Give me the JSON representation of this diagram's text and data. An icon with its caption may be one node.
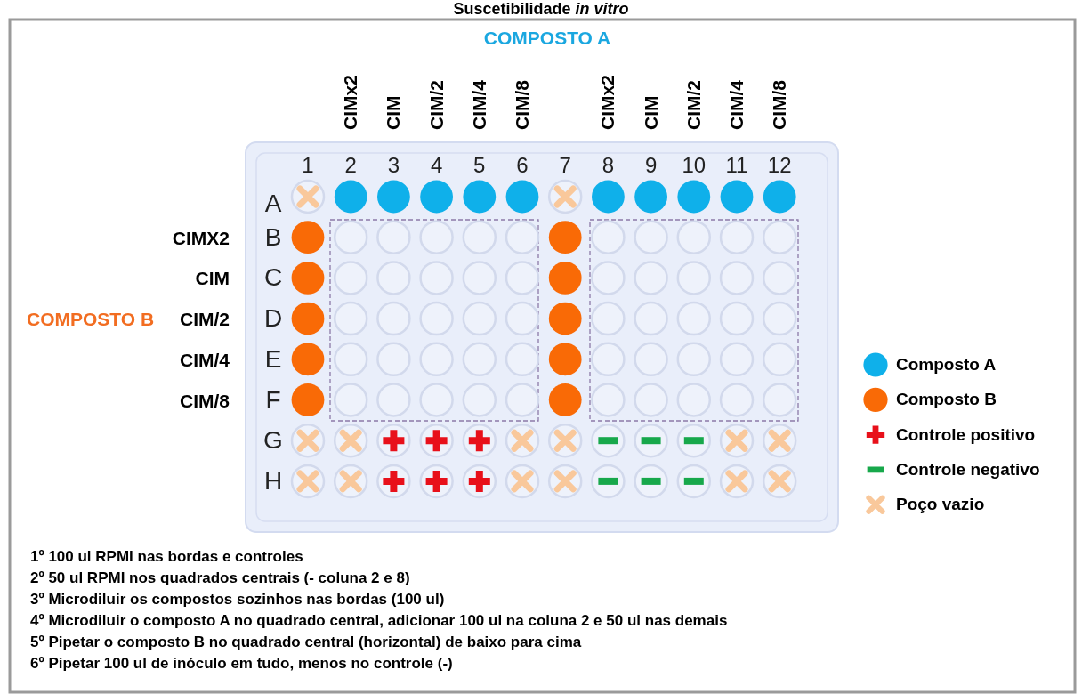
{
  "diagram": {
    "title": "Suscetibilidade *in vitro*",
    "labels": [
      "COMPOSTO A",
      "CIMx2",
      "CIM",
      "CIM/2",
      "CIM/4",
      "CIM/8",
      "CIMx2",
      "CIM",
      "CIM/2",
      "CIM/4",
      "CIM/8",
      "1",
      "2",
      "3",
      "4",
      "5",
      "6",
      "7",
      "8",
      "9",
      "10",
      "11",
      "12",
      "A",
      "B",
      "C",
      "D",
      "E",
      "F",
      "G",
      "H",
      "COMPOSTO B",
      "CIMX2",
      "CIM",
      "CIM/2",
      "CIM/4",
      "CIM/8",
      "1º 100 ul RPMI nas bordas e controles",
      "2º 50 ul RPMI nos quadrados centrais (- coluna 2 e 8)",
      "3º Microdiluir os compostos sozinhos nas bordas (100 ul)",
      "4º Microdiluir o composto A no quadrado central, adicionar 100 ul na coluna 2 e 50 ul nas demais",
      "5º Pipetar o composto B no quadrado central (horizontal) de baixo para cima",
      "6º Pipetar 100 ul de inóculo em tudo, menos no controle (-)"
    ],
    "legend": [
      {
        "text": "Composto A",
        "color": "#0fb0ea"
      },
      {
        "text": "Composto B",
        "color": "#f96a06"
      },
      {
        "text": "Controle positivo"
      },
      {
        "text": "Controle negativo"
      },
      {
        "text": "Poço vazio"
      }
    ]
  }
}
